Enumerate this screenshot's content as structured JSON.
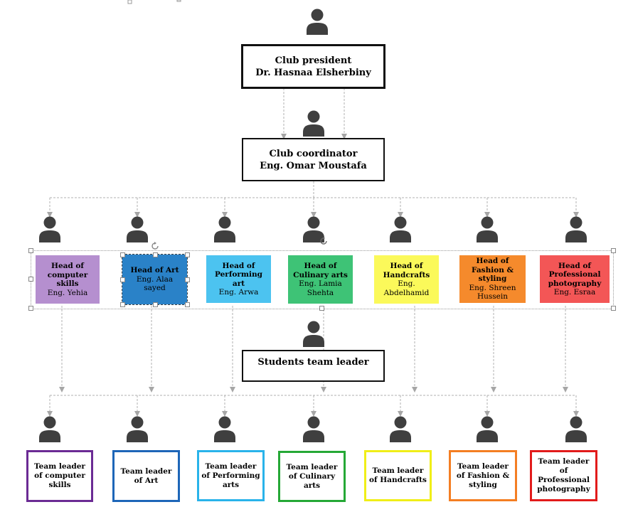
{
  "president": {
    "role": "Club president",
    "name": "Dr. Hasnaa Elsherbiny"
  },
  "coordinator": {
    "role": "Club coordinator",
    "name": "Eng. Omar Moustafa"
  },
  "students_leader": {
    "label": "Students team leader"
  },
  "heads": [
    {
      "title": "Head of computer skills",
      "name": "Eng. Yehia",
      "color": "#b58fcf"
    },
    {
      "title": "Head of Art",
      "name": "Eng. Alaa sayed",
      "color": "#2a82c8"
    },
    {
      "title": "Head of Performing art",
      "name": "Eng. Arwa",
      "color": "#4cc3f0"
    },
    {
      "title": "Head of Culinary arts",
      "name": "Eng. Lamia Shehta",
      "color": "#3ec376"
    },
    {
      "title": "Head of Handcrafts",
      "name": "Eng. Abdelhamid",
      "color": "#fbf95a"
    },
    {
      "title": "Head of Fashion & styling",
      "name": "Eng. Shreen Hussein",
      "color": "#f58a2c"
    },
    {
      "title": "Head of Professional photography",
      "name": "Eng. Esraa",
      "color": "#f35656"
    }
  ],
  "leaders": [
    {
      "label": "Team leader of computer skills",
      "color": "#6b2b94"
    },
    {
      "label": "Team leader of Art",
      "color": "#1e66b8"
    },
    {
      "label": "Team leader of Performing arts",
      "color": "#29b3ea"
    },
    {
      "label": "Team leader of Culinary arts",
      "color": "#25a836"
    },
    {
      "label": "Team leader of Handcrafts",
      "color": "#f0ee18"
    },
    {
      "label": "Team leader of Fashion & styling",
      "color": "#f47e23"
    },
    {
      "label": "Team leader of Professional photography",
      "color": "#e21b1b"
    }
  ],
  "icons": {
    "person": "person-icon"
  }
}
